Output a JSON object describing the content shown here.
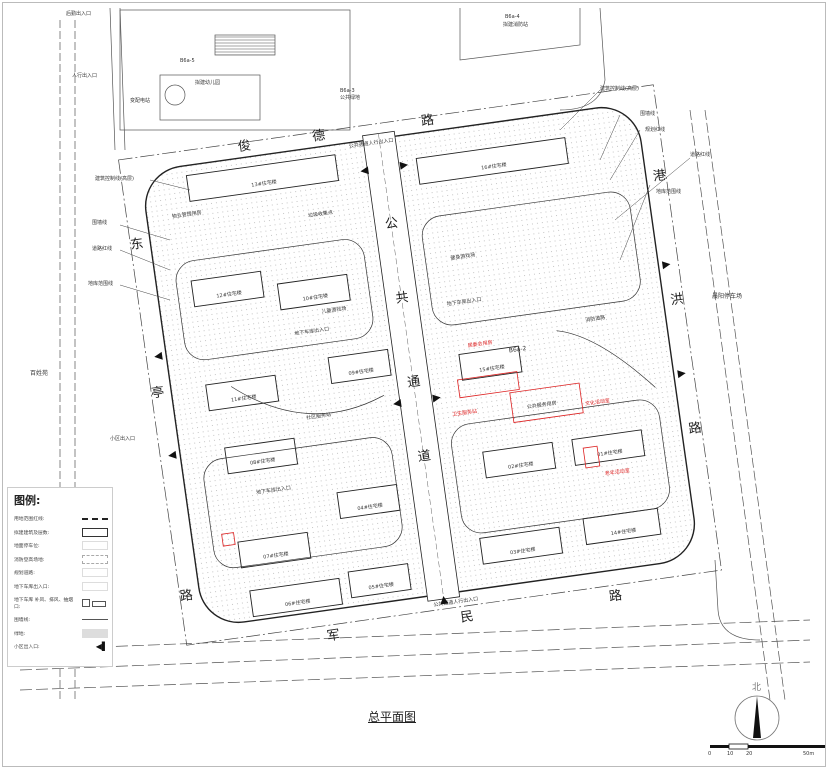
{
  "title": "总平面图",
  "roads": {
    "top": [
      "俊",
      "德",
      "路"
    ],
    "left": [
      "东",
      "亭",
      "路"
    ],
    "right": [
      "港",
      "洪",
      "路"
    ],
    "bottom": [
      "军",
      "民",
      "路"
    ],
    "center": [
      "公",
      "共",
      "通",
      "道"
    ]
  },
  "surroundings": {
    "left_area": "百姓苑",
    "right_area": "晨阳停车场",
    "b6a5": "B6a-5",
    "kindergarten": "拟建幼儿园",
    "substation": "变配电站",
    "b6a3": "B6a-3",
    "public_green": "公共绿地",
    "b6a4": "B6a-4",
    "fire_station": "拟建消防站",
    "site_code": "B6a-2",
    "kindergarten_entrance": "后勤出入口",
    "pedestrian_entrance": "人行出入口",
    "north_entrance": "公共通道人行出入口",
    "south_entrance": "公共通道人行出入口"
  },
  "annotations": {
    "building_control_line": "建筑控制线(高层)",
    "wall_line": "围墙线",
    "planning_red_line": "规划红线",
    "road_red_line": "道路红线",
    "underground_line": "地库范围线",
    "community_entrance": "小区出入口",
    "garage_entrance": "地下车库出入口",
    "public_service": "公共服务",
    "fire_road": "消防道路"
  },
  "buildings": [
    "13#住宅楼",
    "12#住宅楼",
    "11#住宅楼",
    "10#住宅楼",
    "09#住宅楼",
    "08#住宅楼",
    "07#住宅楼",
    "06#住宅楼",
    "05#住宅楼",
    "04#住宅楼",
    "03#住宅楼",
    "02#住宅楼",
    "01#住宅楼",
    "14#住宅楼",
    "15#住宅楼",
    "16#住宅楼"
  ],
  "facilities": [
    "公共服务用房",
    "物业管理用房",
    "社区服务站",
    "儿童游戏场",
    "健身游戏场",
    "垃圾收集点"
  ],
  "red_notes": [
    "居委会用房",
    "文化活动室",
    "卫生服务站",
    "老年活动室"
  ],
  "legend": {
    "title": "图例:",
    "items": [
      "用地范围红线:",
      "拟建建筑及层数:",
      "地面停车位:",
      "消防登高场地:",
      "规划道路:",
      "地下车库出入口:",
      "地下车库 补风、排风、抽烟口:",
      "围墙线:",
      "绿地:",
      "小区出入口:"
    ]
  },
  "compass": {
    "label": "北"
  },
  "scale": {
    "ticks": [
      "0",
      "10",
      "20",
      "50m"
    ]
  }
}
